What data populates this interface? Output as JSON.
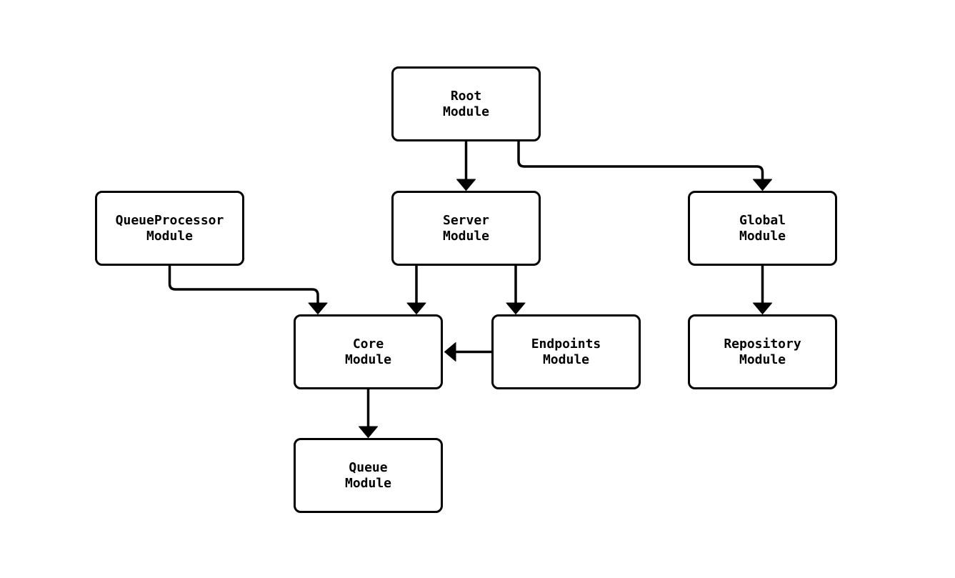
{
  "diagram": {
    "type": "flowchart",
    "colors": {
      "background": "#ffffff",
      "node_fill": "#ffffff",
      "stroke": "#000000",
      "text": "#000000"
    },
    "nodes": [
      {
        "id": "root",
        "line1": "Root",
        "line2": "Module"
      },
      {
        "id": "queueprocessor",
        "line1": "QueueProcessor",
        "line2": "Module"
      },
      {
        "id": "server",
        "line1": "Server",
        "line2": "Module"
      },
      {
        "id": "global",
        "line1": "Global",
        "line2": "Module"
      },
      {
        "id": "core",
        "line1": "Core",
        "line2": "Module"
      },
      {
        "id": "endpoints",
        "line1": "Endpoints",
        "line2": "Module"
      },
      {
        "id": "repository",
        "line1": "Repository",
        "line2": "Module"
      },
      {
        "id": "queue",
        "line1": "Queue",
        "line2": "Module"
      }
    ],
    "edges": [
      {
        "from": "root",
        "to": "server"
      },
      {
        "from": "root",
        "to": "global"
      },
      {
        "from": "queueprocessor",
        "to": "core"
      },
      {
        "from": "server",
        "to": "core"
      },
      {
        "from": "server",
        "to": "endpoints"
      },
      {
        "from": "endpoints",
        "to": "core"
      },
      {
        "from": "global",
        "to": "repository"
      },
      {
        "from": "core",
        "to": "queue"
      }
    ]
  }
}
